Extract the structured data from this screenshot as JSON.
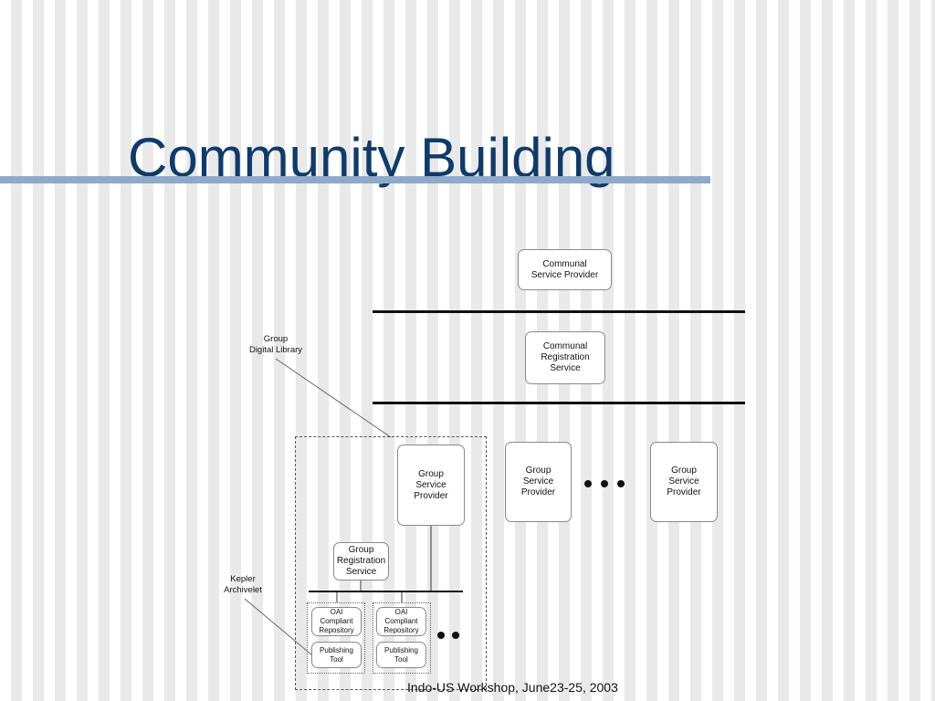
{
  "slide": {
    "title": "Community Building",
    "footer": "Indo-US Workshop, June23-25, 2003"
  },
  "diagram": {
    "communal_service_provider": "Communal\nService Provider",
    "communal_registration_service": "Communal\nRegistration\nService",
    "group_service_provider_1": "Group\nService\nProvider",
    "group_service_provider_2": "Group\nService\nProvider",
    "group_service_provider_3": "Group\nService\nProvider",
    "group_registration_service": "Group\nRegistration\nService",
    "oai_repository_1": "OAI\nCompliant\nRepository",
    "oai_repository_2": "OAI\nCompliant\nRepository",
    "publishing_tool_1": "Publishing\nTool",
    "publishing_tool_2": "Publishing\nTool",
    "label_group_digital_library": "Group\nDigital Library",
    "label_kepler_archivelet": "Kepler\nArchivelet"
  }
}
